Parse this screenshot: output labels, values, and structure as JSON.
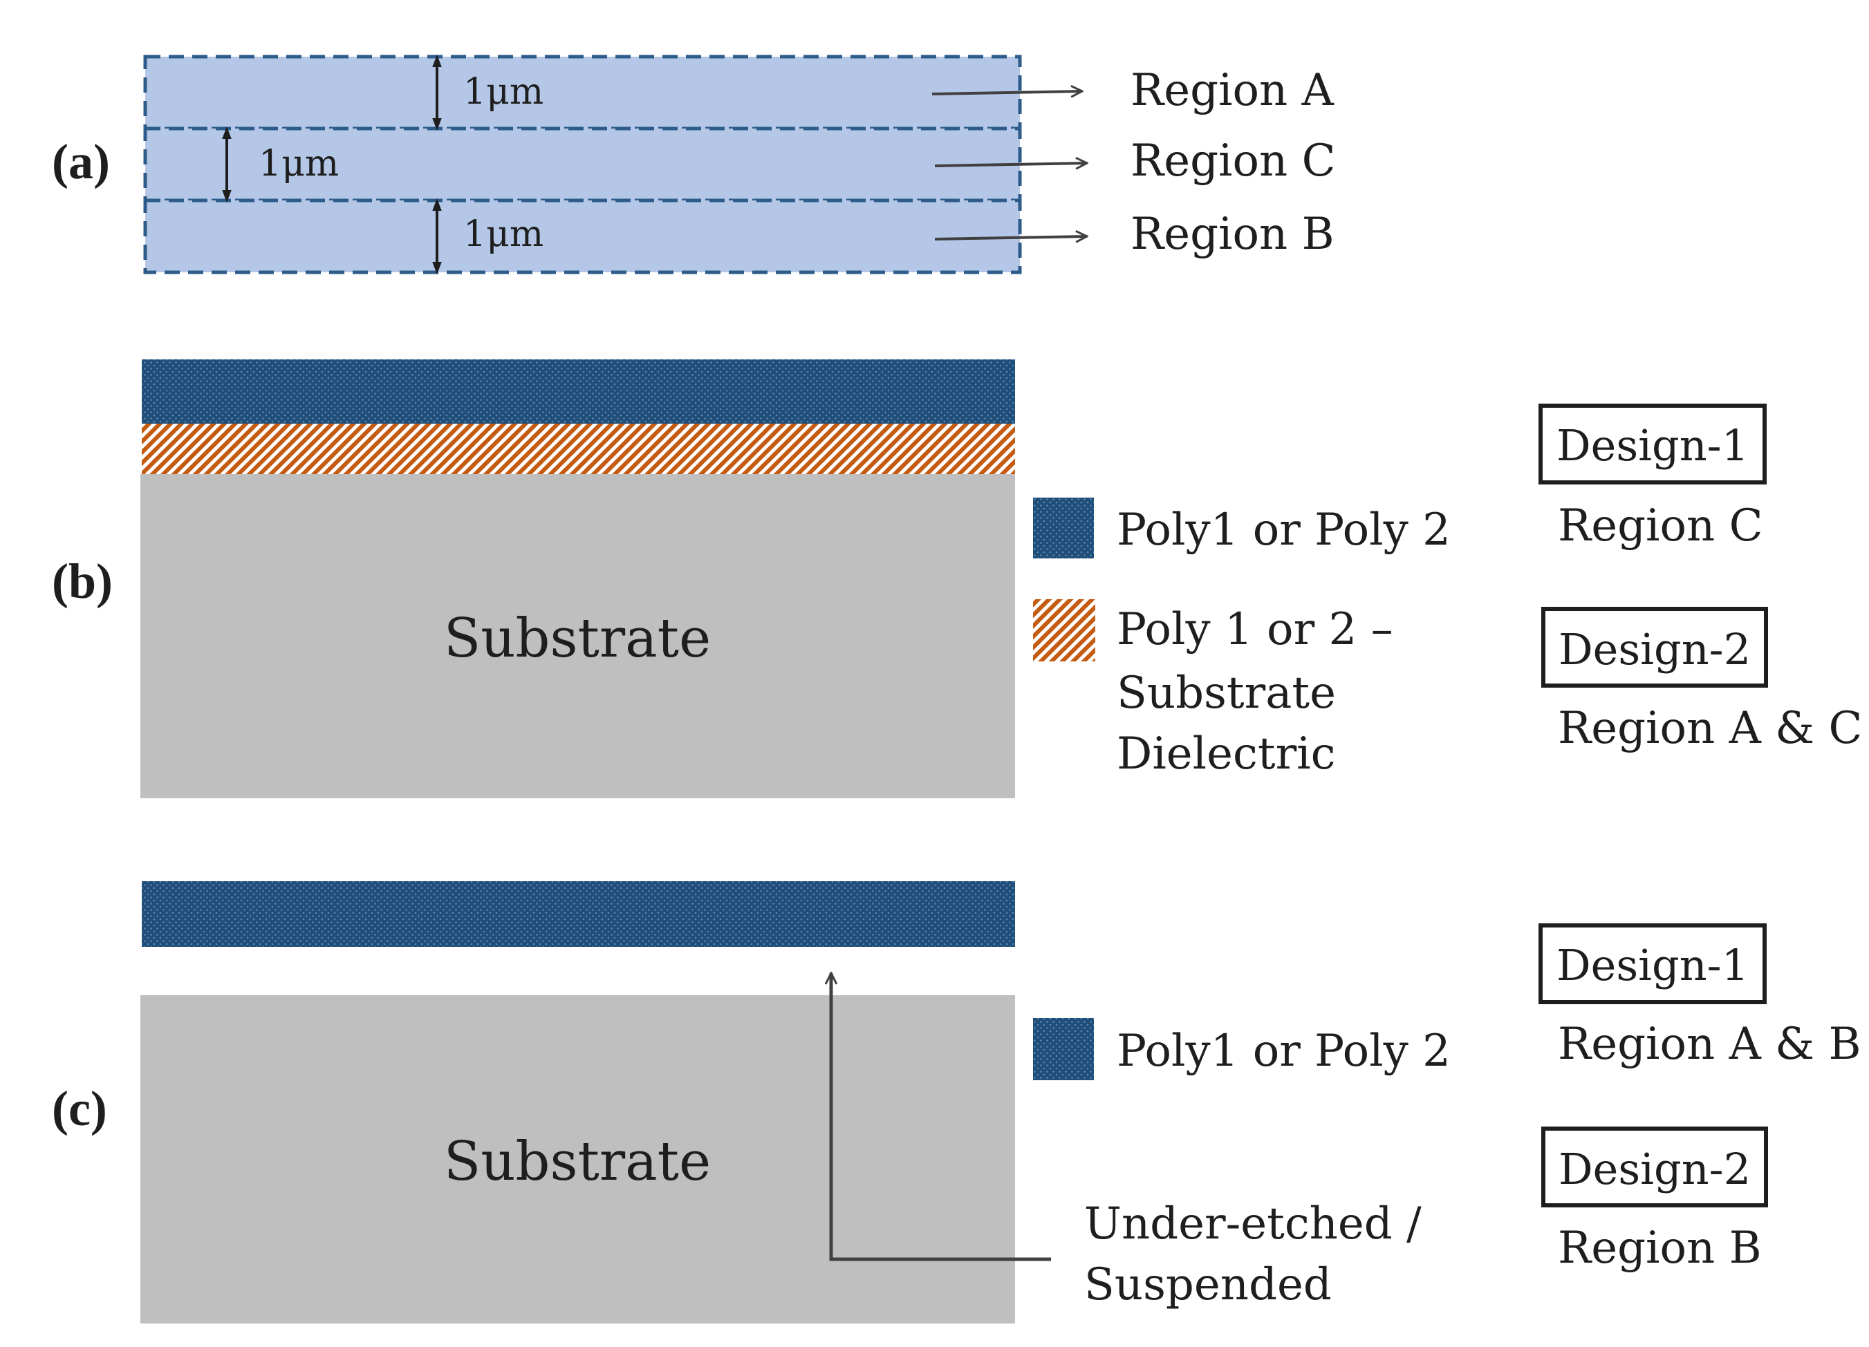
{
  "panels": {
    "a": {
      "label": "(a)",
      "dimension": "1μm",
      "regions": [
        "Region A",
        "Region C",
        "Region B"
      ]
    },
    "b": {
      "label": "(b)",
      "substrate": "Substrate",
      "legend": [
        {
          "lines": [
            "Poly1 or Poly 2"
          ],
          "pattern": "blue-dotted"
        },
        {
          "lines": [
            "Poly 1 or 2 –",
            "Substrate",
            "Dielectric"
          ],
          "pattern": "orange-hatched"
        }
      ],
      "designs": [
        {
          "title": "Design-1",
          "region": "Region C"
        },
        {
          "title": "Design-2",
          "region": "Region A & C"
        }
      ]
    },
    "c": {
      "label": "(c)",
      "substrate": "Substrate",
      "legend": [
        {
          "lines": [
            "Poly1 or Poly 2"
          ],
          "pattern": "blue-dotted"
        }
      ],
      "annotation": [
        "Under-etched /",
        "Suspended"
      ],
      "designs": [
        {
          "title": "Design-1",
          "region": "Region A & B"
        },
        {
          "title": "Design-2",
          "region": "Region B"
        }
      ]
    }
  },
  "colors": {
    "region_fill": "#b4c7e7",
    "region_border": "#2e5c8a",
    "poly_blue": "#1f4e79",
    "poly_dot": "#5a86b3",
    "hatch_orange": "#c55a11",
    "substrate_gray": "#bfbfbf",
    "arrow_dark": "#404040",
    "text": "#1e1e1e"
  }
}
